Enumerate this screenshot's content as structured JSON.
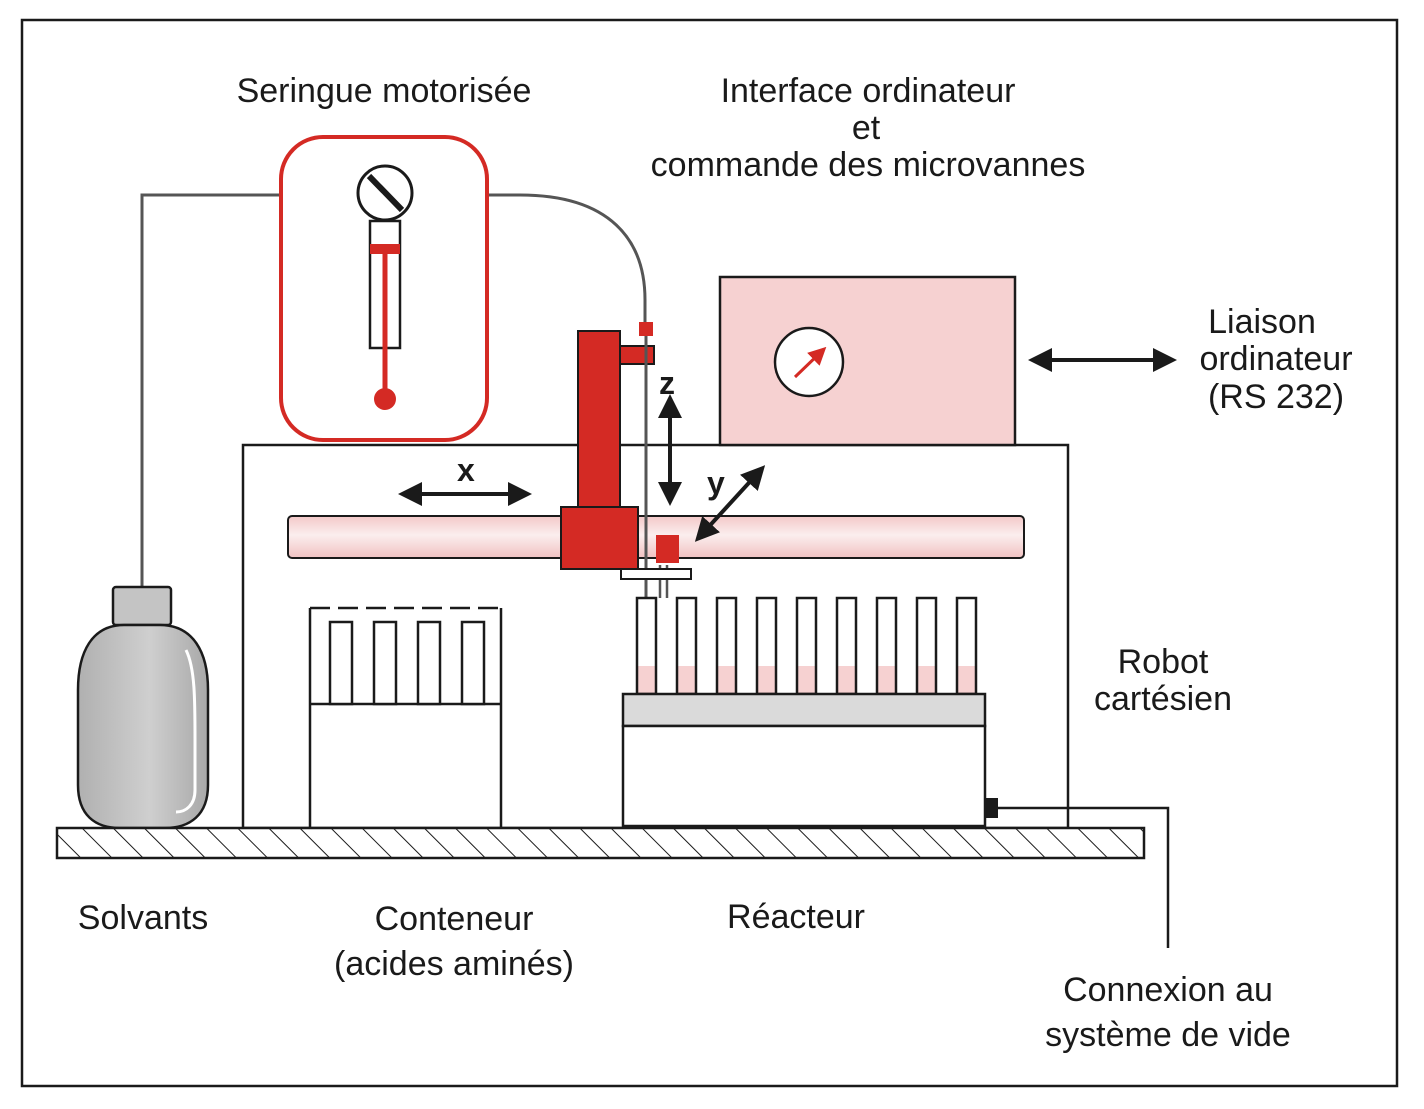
{
  "labels": {
    "syringe": "Seringue motorisée",
    "interface_line1": "Interface ordinateur",
    "interface_line2": "et",
    "interface_line3": "commande des microvannes",
    "link_line1": "Liaison",
    "link_line2": "ordinateur",
    "link_line3": "(RS 232)",
    "robot_line1": "Robot",
    "robot_line2": "cartésien",
    "solvents": "Solvants",
    "container_line1": "Conteneur",
    "container_line2": "(acides aminés)",
    "reactor": "Réacteur",
    "vacuum_line1": "Connexion au",
    "vacuum_line2": "système de vide"
  },
  "axes": {
    "x": "x",
    "y": "y",
    "z": "z"
  },
  "colors": {
    "red": "#d42a24",
    "dark_red": "#b81f1a",
    "pink": "#f6d1d1",
    "pink_light": "#f9e3e3",
    "grey": "#c4c4c4",
    "grey_light": "#dadada",
    "line": "#1a1a1a"
  }
}
